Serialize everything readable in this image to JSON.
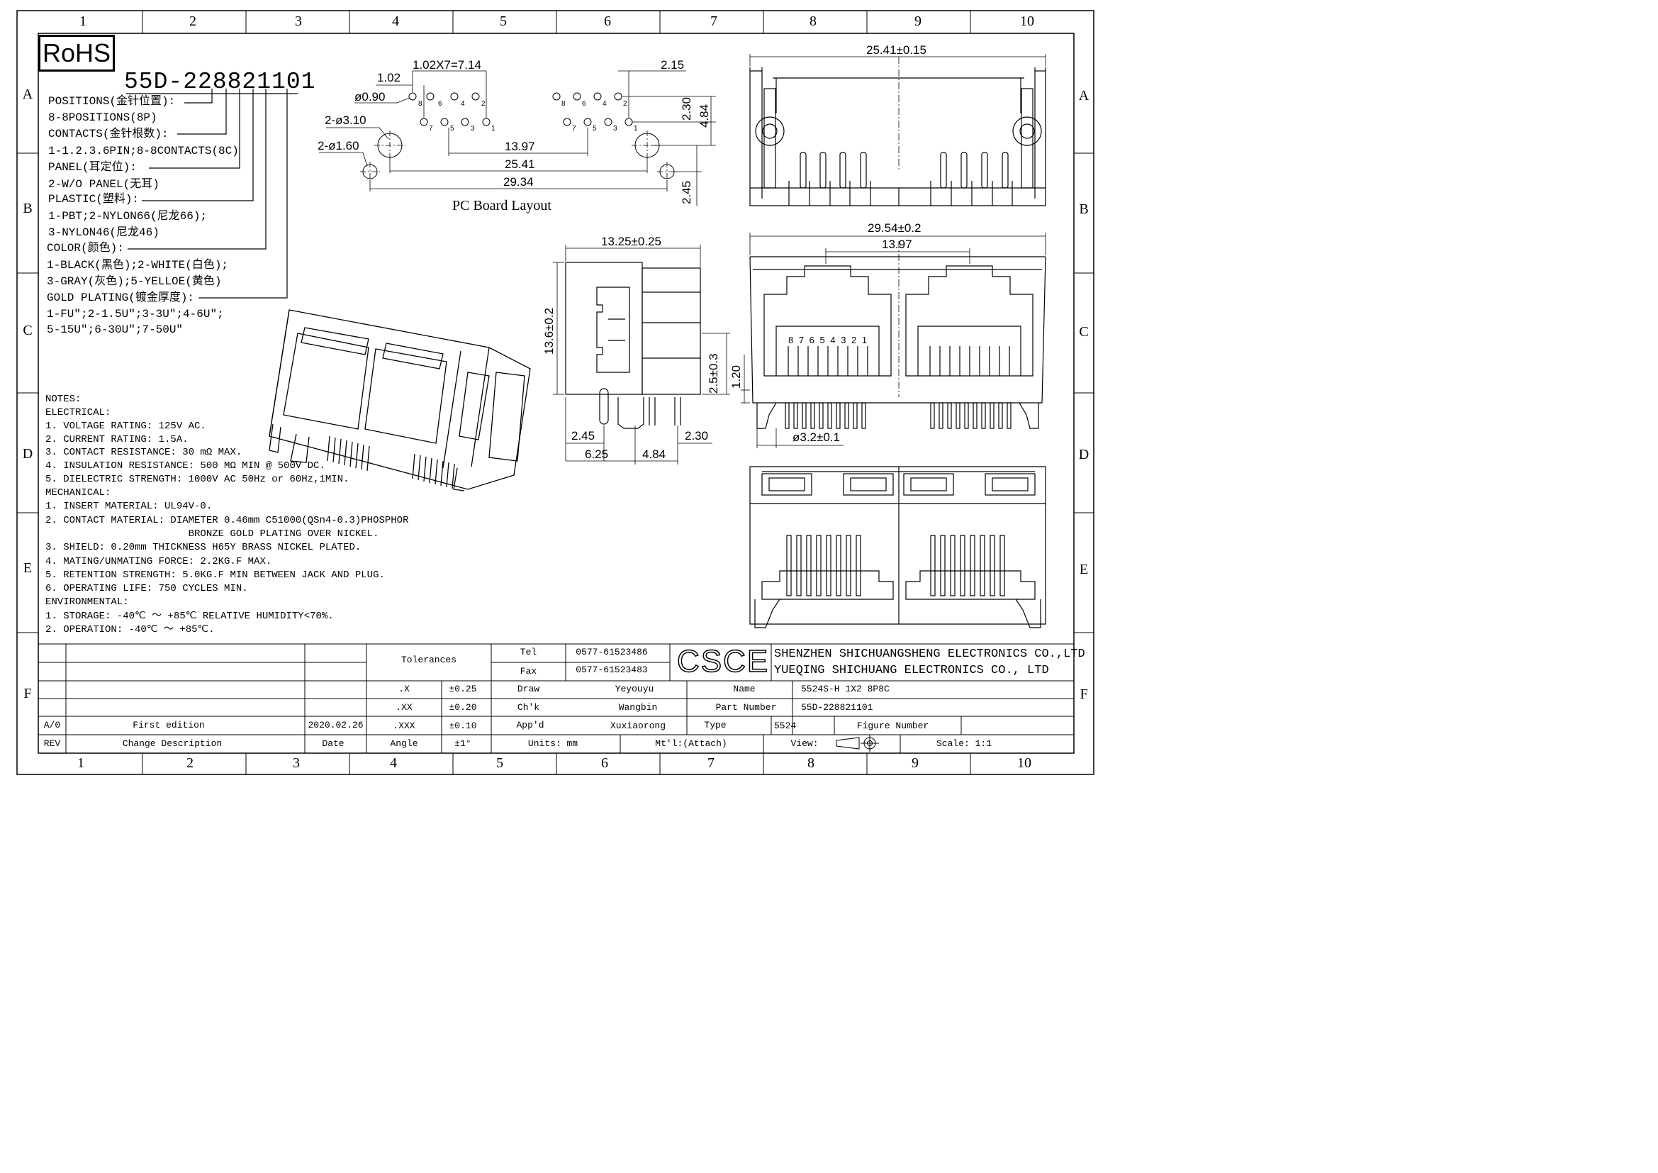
{
  "grid": {
    "columns": [
      "1",
      "2",
      "3",
      "4",
      "5",
      "6",
      "7",
      "8",
      "9",
      "10"
    ],
    "rows": [
      "A",
      "B",
      "C",
      "D",
      "E",
      "F"
    ]
  },
  "rohs": "RoHS",
  "part_code": "55D-228821101",
  "part_legend": [
    "POSITIONS(金针位置):",
    "8-8POSITIONS(8P)",
    "CONTACTS(金针根数):",
    "1-1.2.3.6PIN;8-8CONTACTS(8C)",
    "PANEL(耳定位):",
    "2-W/O PANEL(无耳)",
    "PLASTIC(塑料):",
    "1-PBT;2-NYLON66(尼龙66);",
    "3-NYLON46(尼龙46)",
    "COLOR(颜色):",
    "1-BLACK(黑色);2-WHITE(白色);",
    "3-GRAY(灰色);5-YELLOE(黄色)",
    "GOLD PLATING(镀金厚度):",
    "1-FU\";2-1.5U\";3-3U\";4-6U\";",
    "5-15U\";6-30U\";7-50U\""
  ],
  "notes": [
    "NOTES:",
    "ELECTRICAL:",
    "1.  VOLTAGE RATING: 125V AC.",
    "2.  CURRENT RATING: 1.5A.",
    "3.  CONTACT RESISTANCE: 30 mΩ  MAX.",
    "4.  INSULATION RESISTANCE: 500 MΩ  MIN @ 500V DC.",
    "5.  DIELECTRIC STRENGTH: 1000V AC 50Hz or 60Hz,1MIN.",
    "MECHANICAL:",
    "1.  INSERT MATERIAL: UL94V-0.",
    "2.  CONTACT MATERIAL: DIAMETER 0.46mm C51000(QSn4-0.3)PHOSPHOR",
    "                        BRONZE GOLD PLATING OVER NICKEL.",
    "3.  SHIELD: 0.20mm THICKNESS H65Y BRASS NICKEL PLATED.",
    "4.  MATING/UNMATING FORCE: 2.2KG.F MAX.",
    "5.  RETENTION STRENGTH: 5.0KG.F MIN BETWEEN JACK AND PLUG.",
    "6.  OPERATING LIFE: 750 CYCLES MIN.",
    "ENVIRONMENTAL:",
    "1.  STORAGE: -40℃  ～ +85℃ RELATIVE HUMIDITY<70%.",
    "2.  OPERATION: -40℃  ～ +85℃."
  ],
  "pcb": {
    "title": "PC Board Layout",
    "d_102": "1.02",
    "d_pitch": "1.02X7=7.14",
    "d_090": "ø0.90",
    "d_310": "2-ø3.10",
    "d_160": "2-ø1.60",
    "d_1397": "13.97",
    "d_2541": "25.41",
    "d_2934": "29.34",
    "d_215": "2.15",
    "d_230": "2.30",
    "d_484": "4.84",
    "d_245": "2.45",
    "pins_top": [
      "8",
      "6",
      "4",
      "2"
    ],
    "pins_bottom": [
      "7",
      "5",
      "3",
      "1"
    ]
  },
  "side": {
    "d_width": "13.25±0.25",
    "d_height": "13.6±0.2",
    "d_25": "2.5±0.3",
    "d_245": "2.45",
    "d_230": "2.30",
    "d_625": "6.25",
    "d_484": "4.84"
  },
  "top_view": {
    "d_width": "25.41±0.15"
  },
  "front_view": {
    "d_width": "29.54±0.2",
    "d_1397": "13.97",
    "d_120": "1.20",
    "d_32": "ø3.2±0.1",
    "pin_numbers": "8 7 6 5 4 3 2 1"
  },
  "title_block": {
    "tolerances": "Tolerances",
    "tol_rows": [
      {
        "k": ".X",
        "v": "±0.25"
      },
      {
        "k": ".XX",
        "v": "±0.20"
      },
      {
        "k": ".XXX",
        "v": "±0.10"
      },
      {
        "k": "Angle",
        "v": "±1°"
      }
    ],
    "tel_label": "Tel",
    "tel": "0577-61523486",
    "fax_label": "Fax",
    "fax": "0577-61523483",
    "logo": "CSCE",
    "company1": "SHENZHEN SHICHUANGSHENG ELECTRONICS CO.,LTD",
    "company2": "YUEQING SHICHUANG ELECTRONICS CO., LTD",
    "draw_label": "Draw",
    "draw": "Yeyouyu",
    "chk_label": "Ch'k",
    "chk": "Wangbin",
    "appd_label": "App'd",
    "appd": "Xuxiaorong",
    "name_label": "Name",
    "name": "5524S-H 1X2 8P8C",
    "pn_label": "Part Number",
    "pn": "55D-228821101",
    "type_label": "Type",
    "type": "5524",
    "figure_label": "Figure Number",
    "units": "Units: mm",
    "mtl": "Mt'l:(Attach)",
    "view": "View:",
    "scale": "Scale: 1:1",
    "rev_code": "A/0",
    "rev_desc": "First edition",
    "rev_date": "2020.02.26",
    "rev_label": "REV",
    "change_label": "Change Description",
    "date_label": "Date"
  }
}
